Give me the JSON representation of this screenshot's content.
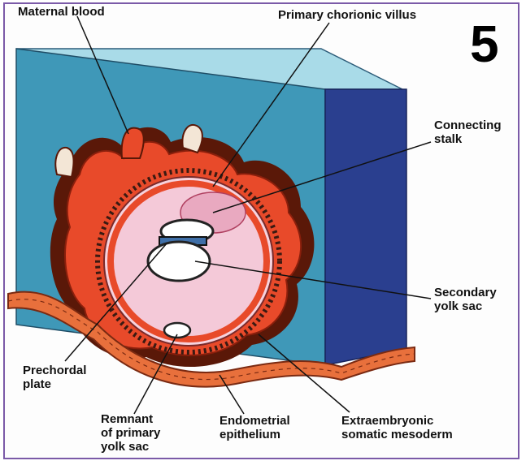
{
  "figure_number": "5",
  "labels": {
    "maternal_blood": "Maternal blood",
    "primary_chorionic_villus": "Primary chorionic villus",
    "connecting_stalk": "Connecting\nstalk",
    "secondary_yolk_sac": "Secondary\nyolk sac",
    "prechordal_plate": "Prechordal\nplate",
    "remnant_primary_yolk_sac": "Remnant\nof primary\nyolk sac",
    "endometrial_epithelium": "Endometrial\nepithelium",
    "extraembryonic_somatic_mesoderm": "Extraembryonic\nsomatic mesoderm"
  },
  "colors": {
    "block_front": "#3f98b8",
    "block_top": "#9fd4e2",
    "block_side": "#2a3f8f",
    "trophoblast": "#e84a2a",
    "trophoblast_dark": "#5a1808",
    "cavity": "#f4c9d8",
    "epithelium": "#e8703c"
  }
}
